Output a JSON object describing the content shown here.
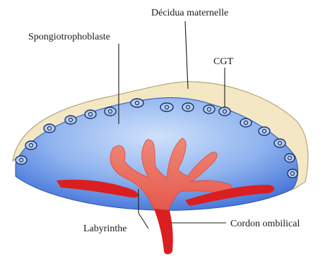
{
  "labels": {
    "decidua": "Décidua maternelle",
    "spongio": "Spongiotrophoblaste",
    "cgt": "CGT",
    "labyrinthe": "Labyrinthe",
    "cordon": "Cordon ombilical"
  },
  "colors": {
    "decidua_fill": "#f3e7c4",
    "decidua_stroke": "#b7a57a",
    "spongio_light": "#bcd6f6",
    "spongio_dark": "#3f6fd6",
    "cell_fill": "#b8cdef",
    "cell_stroke": "#17306a",
    "labyrinth_fill": "#ec7d6d",
    "vessel_red": "#d91f1f"
  }
}
